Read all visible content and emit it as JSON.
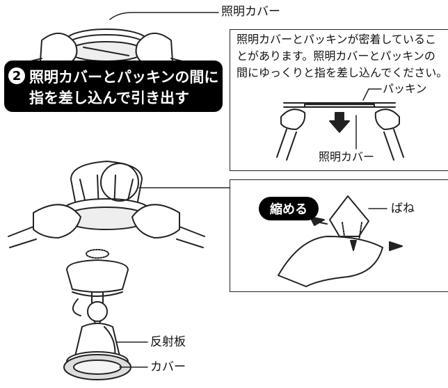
{
  "labels": {
    "cover_title": "照明カバー",
    "note_line1": "照明カバーとパッキンが密着しているこ",
    "note_line2": "とがあります。照明カバーとパッキンの",
    "note_line3": "間にゆっくりと指を差し込んでください。",
    "packing": "パッキン",
    "cover_in_panel": "照明カバー",
    "spring": "ばね",
    "reflector": "反射板",
    "cover_bottom": "カバー"
  },
  "step": {
    "number": "2",
    "line1": "照明カバーとパッキンの間に",
    "line2": "指を差し込んで引き出す"
  },
  "compress_badge": "縮める"
}
